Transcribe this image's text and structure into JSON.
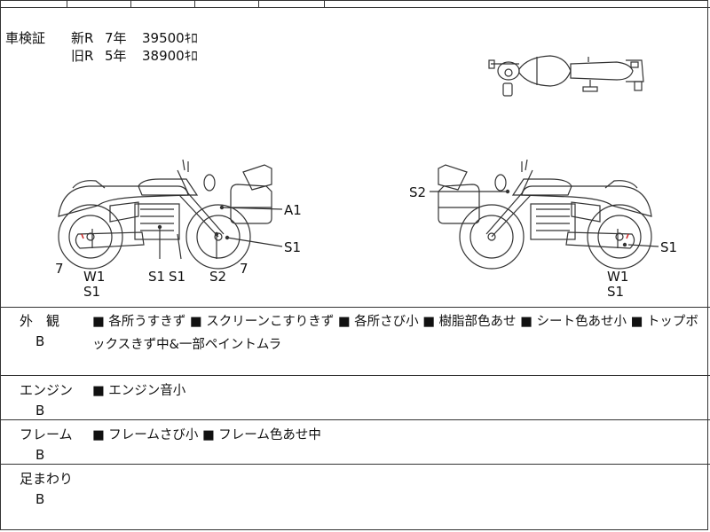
{
  "inspection": {
    "label": "車検証",
    "rows": [
      {
        "name": "新R",
        "years": "7年",
        "price": "39500ｷﾛ"
      },
      {
        "name": "旧R",
        "years": "5年",
        "price": "38900ｷﾛ"
      }
    ]
  },
  "diagram": {
    "left_labels": {
      "a1": "A1",
      "s1_right": "S1",
      "seven_left": "7",
      "seven_right": "7",
      "w1": "W1",
      "s1_under_w1": "S1",
      "s1_a": "S1",
      "s1_b": "S1",
      "s2": "S2"
    },
    "right_labels": {
      "s2": "S2",
      "s1_right": "S1",
      "w1": "W1",
      "s1_under_w1": "S1"
    }
  },
  "sections": [
    {
      "category": "外　観",
      "grade": "B",
      "notes": "■ 各所うすきず ■ スクリーンこすりきず ■ 各所さび小 ■ 樹脂部色あせ ■ シート色あせ小 ■ トップボックスきず中&一部ペイントムラ"
    },
    {
      "category": "エンジン",
      "grade": "B",
      "notes": "■ エンジン音小"
    },
    {
      "category": "フレーム",
      "grade": "B",
      "notes": "■ フレームさび小 ■ フレーム色あせ中"
    },
    {
      "category": "足まわり",
      "grade": "B",
      "notes": ""
    }
  ],
  "colors": {
    "line": "#333333",
    "marker": "#cc2222"
  }
}
